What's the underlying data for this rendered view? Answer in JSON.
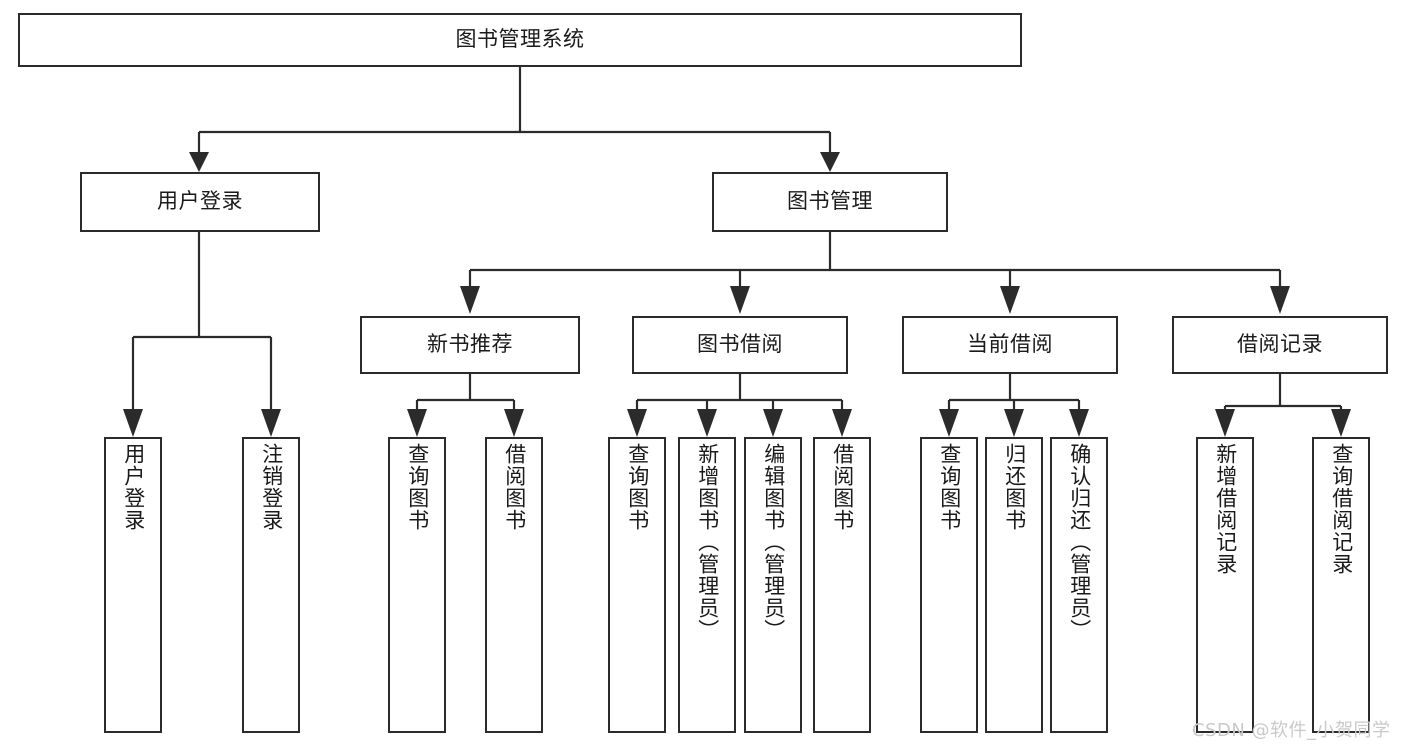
{
  "diagram": {
    "title": "图书管理系统",
    "type": "tree-hierarchy-diagram",
    "colors": {
      "background": "#ffffff",
      "node_border": "#2b2b2b",
      "node_fill": "#ffffff",
      "text": "#1a1a1a",
      "connector": "#2b2b2b",
      "watermark": "#c9c9c9"
    },
    "root": {
      "label": "图书管理系统"
    },
    "level2": [
      {
        "label": "用户登录"
      },
      {
        "label": "图书管理"
      }
    ],
    "level3": [
      {
        "label": "新书推荐"
      },
      {
        "label": "图书借阅"
      },
      {
        "label": "当前借阅"
      },
      {
        "label": "借阅记录"
      }
    ],
    "leaves": {
      "user_login": [
        {
          "label": "用户登录"
        },
        {
          "label": "注销登录"
        }
      ],
      "new_book_recommend": [
        {
          "label": "查询图书"
        },
        {
          "label": "借阅图书"
        }
      ],
      "book_borrow": [
        {
          "label": "查询图书"
        },
        {
          "label": "新增图书（管理员）"
        },
        {
          "label": "编辑图书（管理员）"
        },
        {
          "label": "借阅图书"
        }
      ],
      "current_borrow": [
        {
          "label": "查询图书"
        },
        {
          "label": "归还图书"
        },
        {
          "label": "确认归还（管理员）"
        }
      ],
      "borrow_record": [
        {
          "label": "新增借阅记录"
        },
        {
          "label": "查询借阅记录"
        }
      ]
    },
    "watermark": "CSDN @软件_小贺同学"
  }
}
